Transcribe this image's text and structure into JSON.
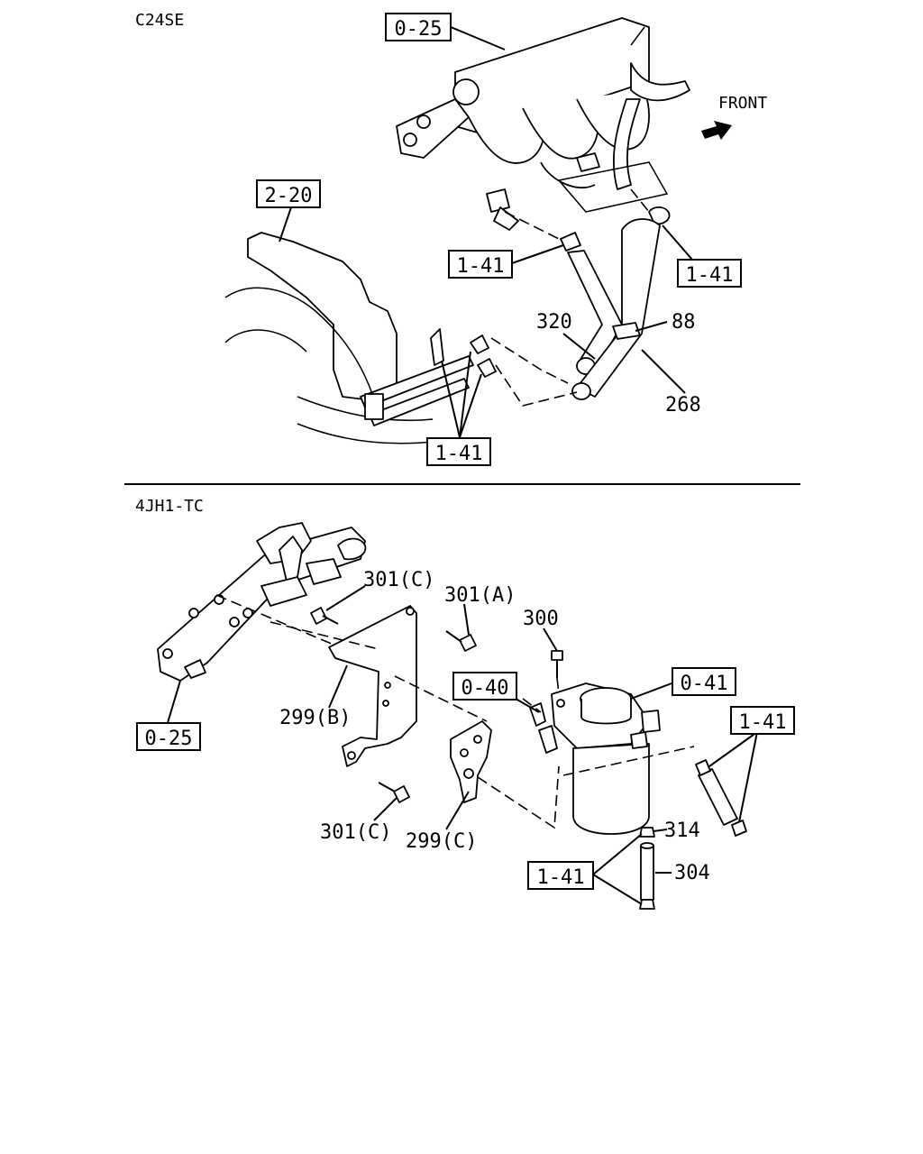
{
  "sections": {
    "top": {
      "engine": "C24SE",
      "refs": [
        "0-25",
        "2-20",
        "1-41",
        "1-41",
        "1-41"
      ],
      "parts": [
        "320",
        "88",
        "268"
      ],
      "direction": "FRONT"
    },
    "bottom": {
      "engine": "4JH1-TC",
      "refs": [
        "0-25",
        "0-40",
        "0-41",
        "1-41",
        "1-41"
      ],
      "parts": [
        "301(C)",
        "301(A)",
        "300",
        "299(B)",
        "301(C)",
        "299(C)",
        "314",
        "304"
      ]
    }
  }
}
